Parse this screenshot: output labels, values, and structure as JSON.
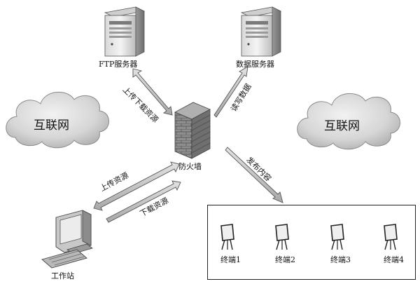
{
  "nodes": {
    "ftp_server": "FTP服务器",
    "data_server": "数据服务器",
    "firewall": "防火墙",
    "workstation": "工作站"
  },
  "clouds": {
    "left": "互联网",
    "right": "互联网"
  },
  "links": {
    "ftp_firewall": "上传下载资源",
    "data_firewall": "读写数据",
    "firewall_terminals": "发布内容",
    "workstation_upload": "上传资源",
    "workstation_download": "下载资源"
  },
  "terminals": [
    {
      "label": "终端1"
    },
    {
      "label": "终端2"
    },
    {
      "label": "终端3"
    },
    {
      "label": "终端4"
    }
  ]
}
